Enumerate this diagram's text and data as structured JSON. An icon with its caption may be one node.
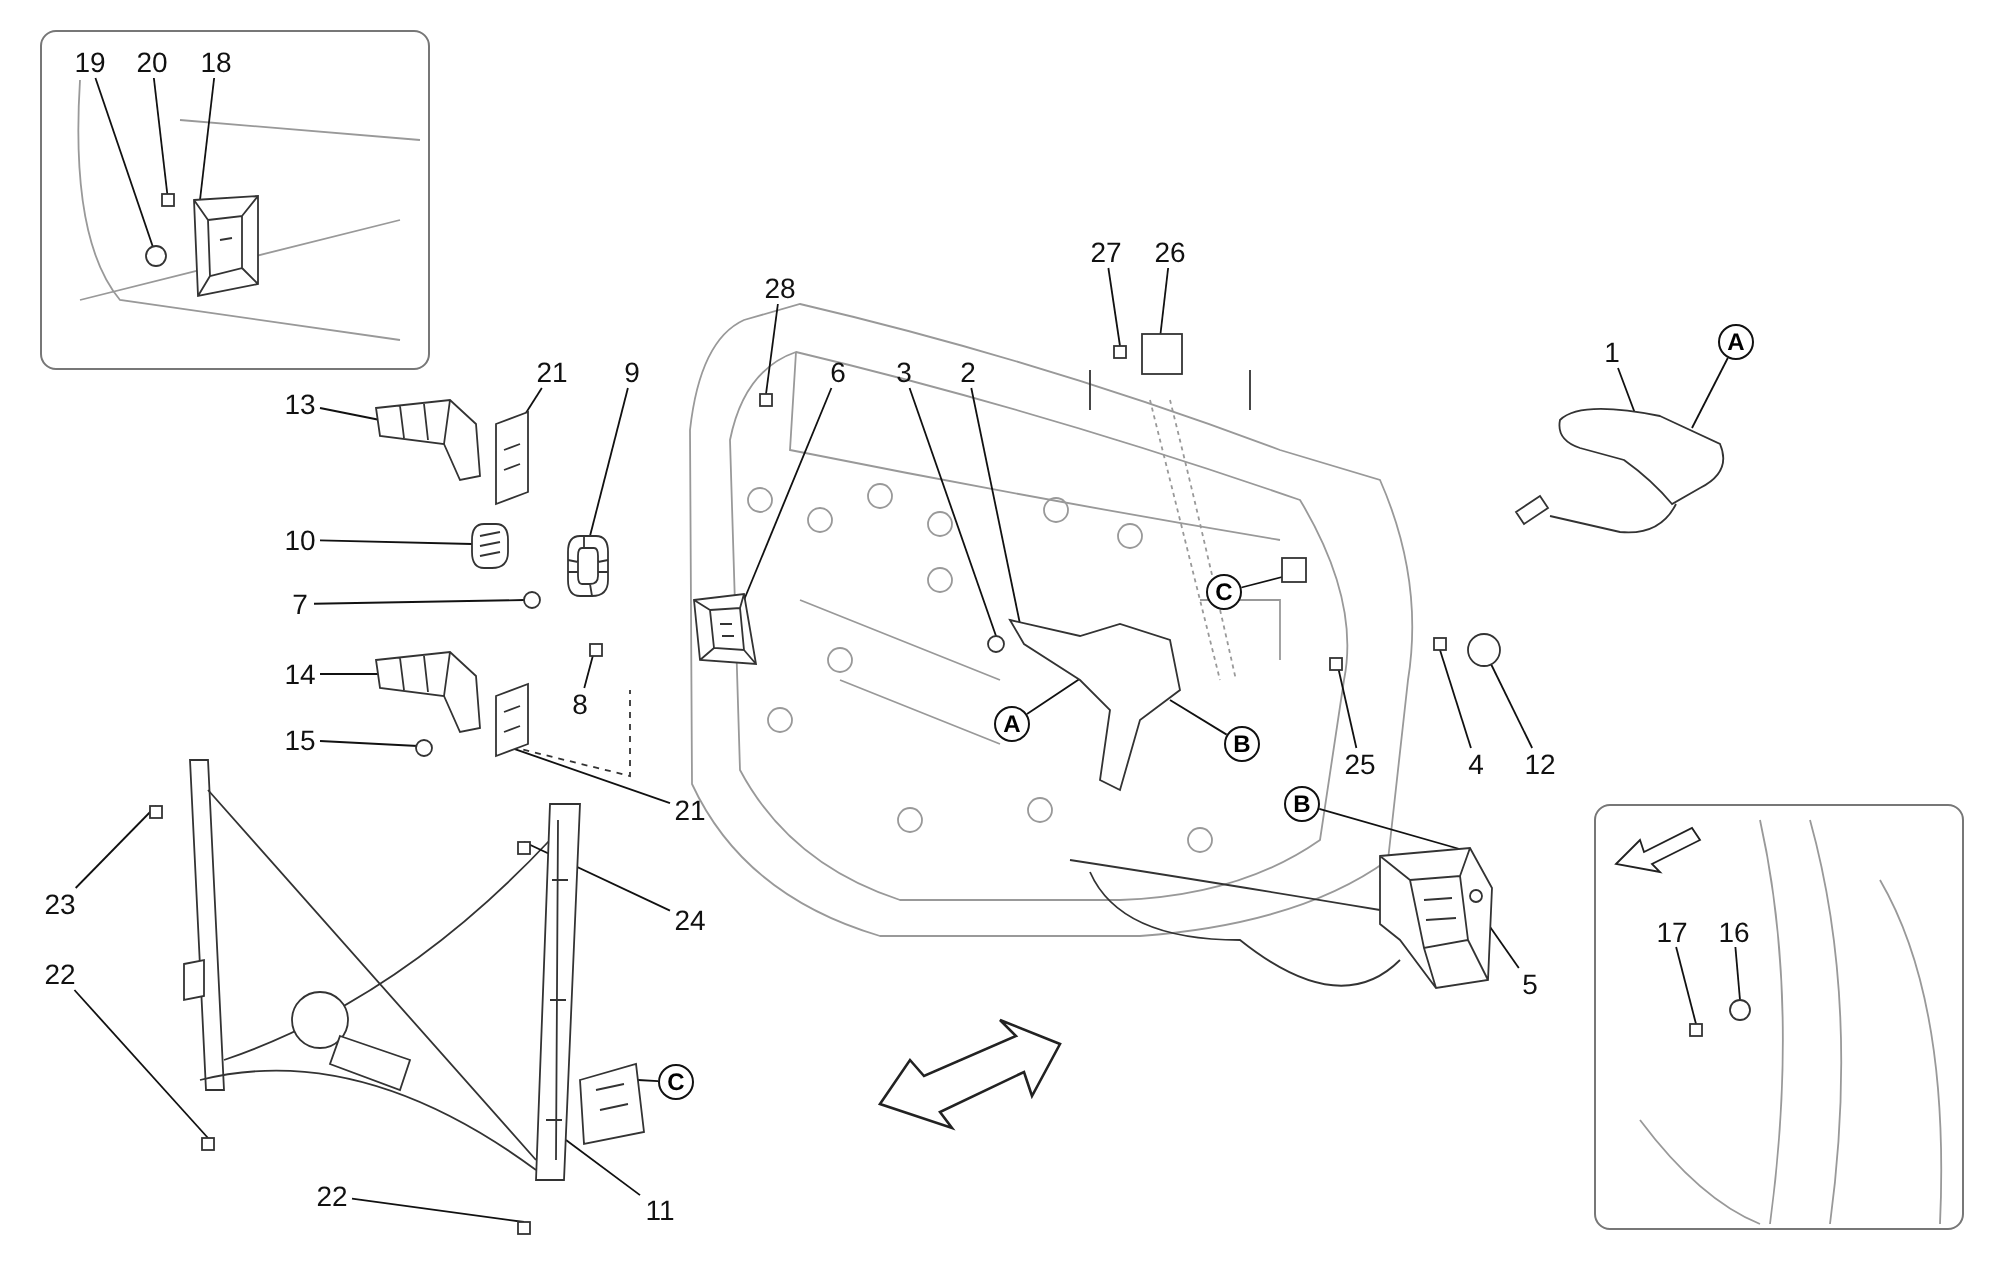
{
  "diagram": {
    "nodes": [
      {
        "text": [],
        "shape": "box"
      },
      {
        "text": [
          "19"
        ],
        "in": 0
      },
      {
        "text": [
          "20"
        ],
        "in": 0
      },
      {
        "text": [
          "18"
        ],
        "in": 0
      },
      {
        "text": [
          "28"
        ]
      },
      {
        "text": [
          "6"
        ]
      },
      {
        "text": [
          "3"
        ]
      },
      {
        "text": [
          "2"
        ]
      },
      {
        "text": [
          "27"
        ]
      },
      {
        "text": [
          "26"
        ]
      },
      {
        "text": [
          "1"
        ]
      },
      {
        "text": [
          "A"
        ]
      },
      {
        "text": [
          "21"
        ]
      },
      {
        "text": [
          "9"
        ]
      },
      {
        "text": [
          "13"
        ]
      },
      {
        "text": [
          "10"
        ]
      },
      {
        "text": [
          "7"
        ]
      },
      {
        "text": [
          "14"
        ]
      },
      {
        "text": [
          "15"
        ]
      },
      {
        "text": [
          "8"
        ]
      },
      {
        "text": [
          "A"
        ]
      },
      {
        "text": [
          "C"
        ]
      },
      {
        "text": [
          "B"
        ]
      },
      {
        "text": [
          "25"
        ]
      },
      {
        "text": [
          "4"
        ]
      },
      {
        "text": [
          "12"
        ]
      },
      {
        "text": [
          "21"
        ]
      },
      {
        "text": [
          "23"
        ]
      },
      {
        "text": [
          "24"
        ]
      },
      {
        "text": [
          "B"
        ]
      },
      {
        "text": [
          "5"
        ]
      },
      {
        "text": [
          "22"
        ]
      },
      {
        "text": [
          "C"
        ]
      },
      {
        "text": [],
        "shape": "box"
      },
      {
        "text": [
          "17"
        ],
        "in": 33
      },
      {
        "text": [
          "16"
        ],
        "in": 33
      },
      {
        "text": [
          "22"
        ]
      },
      {
        "text": [
          "11"
        ]
      },
      {
        "text": [],
        "shape": "circle",
        "in": 0
      },
      {
        "text": [],
        "shape": "box",
        "in": 0
      },
      {
        "text": [],
        "shape": "picture",
        "in": 0
      },
      {
        "text": [],
        "shape": "box"
      },
      {
        "text": [],
        "shape": "picture"
      },
      {
        "text": [],
        "shape": "circle"
      },
      {
        "text": [],
        "shape": "picture"
      },
      {
        "text": [],
        "shape": "box"
      },
      {
        "text": [],
        "shape": "box"
      },
      {
        "text": [],
        "shape": "picture"
      },
      {
        "text": [],
        "shape": "picture"
      },
      {
        "text": [],
        "shape": "picture"
      },
      {
        "text": [],
        "shape": "picture"
      },
      {
        "text": [],
        "shape": "picture"
      },
      {
        "text": [],
        "shape": "circle"
      },
      {
        "text": [],
        "shape": "picture"
      },
      {
        "text": [],
        "shape": "circle"
      },
      {
        "text": [],
        "shape": "box"
      },
      {
        "text": [],
        "shape": "box"
      },
      {
        "text": [],
        "shape": "box"
      },
      {
        "text": [],
        "shape": "box"
      },
      {
        "text": [],
        "shape": "circle"
      },
      {
        "text": [],
        "shape": "picture"
      },
      {
        "text": [],
        "shape": "box"
      },
      {
        "text": [],
        "shape": "box"
      },
      {
        "text": [],
        "shape": "picture"
      },
      {
        "text": [],
        "shape": "box"
      },
      {
        "text": [],
        "shape": "picture"
      },
      {
        "text": [],
        "shape": "box",
        "in": 33
      },
      {
        "text": [],
        "shape": "circle",
        "in": 33
      },
      {
        "text": [],
        "shape": "box"
      },
      {
        "text": [],
        "shape": "picture"
      }
    ],
    "edges": [
      {
        "from": 1,
        "to": 38,
        "arrow": "none"
      },
      {
        "from": 2,
        "to": 39,
        "arrow": "none"
      },
      {
        "from": 3,
        "to": 40,
        "arrow": "none"
      },
      {
        "from": 4,
        "to": 41,
        "arrow": "none"
      },
      {
        "from": 5,
        "to": 42,
        "arrow": "none"
      },
      {
        "from": 6,
        "to": 43,
        "arrow": "none"
      },
      {
        "from": 7,
        "to": 44,
        "arrow": "none"
      },
      {
        "from": 8,
        "to": 45,
        "arrow": "none"
      },
      {
        "from": 9,
        "to": 46,
        "arrow": "none"
      },
      {
        "from": 10,
        "to": 47,
        "arrow": "none"
      },
      {
        "from": 11,
        "to": 47,
        "arrow": "none"
      },
      {
        "from": 12,
        "to": 48,
        "arrow": "none"
      },
      {
        "from": 13,
        "to": 49,
        "arrow": "none"
      },
      {
        "from": 14,
        "to": 50,
        "arrow": "none"
      },
      {
        "from": 15,
        "to": 51,
        "arrow": "none"
      },
      {
        "from": 16,
        "to": 52,
        "arrow": "none"
      },
      {
        "from": 17,
        "to": 53,
        "arrow": "none"
      },
      {
        "from": 18,
        "to": 54,
        "arrow": "none"
      },
      {
        "from": 19,
        "to": 55,
        "arrow": "none"
      },
      {
        "from": 20,
        "to": 44,
        "arrow": "none"
      },
      {
        "from": 21,
        "to": 56,
        "arrow": "none"
      },
      {
        "from": 22,
        "to": 44,
        "arrow": "none"
      },
      {
        "from": 23,
        "to": 57,
        "arrow": "none"
      },
      {
        "from": 24,
        "to": 58,
        "arrow": "none"
      },
      {
        "from": 25,
        "to": 59,
        "arrow": "none"
      },
      {
        "from": 26,
        "to": 60,
        "arrow": "none"
      },
      {
        "from": 27,
        "to": 61,
        "arrow": "none"
      },
      {
        "from": 28,
        "to": 62,
        "arrow": "none"
      },
      {
        "from": 29,
        "to": 63,
        "arrow": "none"
      },
      {
        "from": 30,
        "to": 63,
        "arrow": "none"
      },
      {
        "from": 31,
        "to": 64,
        "arrow": "none"
      },
      {
        "from": 32,
        "to": 65,
        "arrow": "none"
      },
      {
        "from": 34,
        "to": 66,
        "arrow": "none"
      },
      {
        "from": 35,
        "to": 67,
        "arrow": "none"
      },
      {
        "from": 36,
        "to": 68,
        "arrow": "none"
      },
      {
        "from": 37,
        "to": 69,
        "arrow": "none"
      }
    ]
  }
}
